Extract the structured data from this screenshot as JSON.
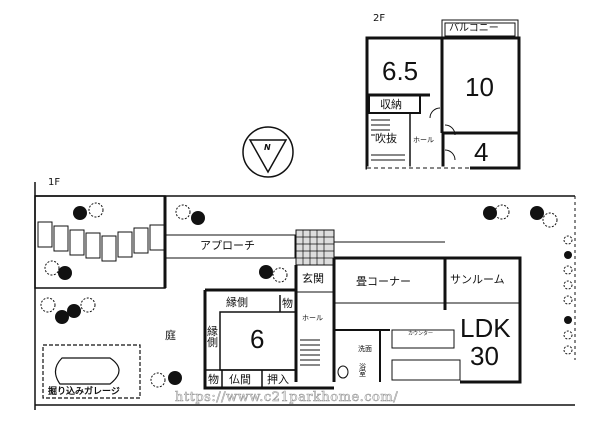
{
  "floor2": {
    "label": "2F",
    "balcony": "バルコニー",
    "room_a": "6.5",
    "room_b": "10",
    "room_c": "4",
    "storage": "収納",
    "void": "吹抜",
    "hall": "ホール"
  },
  "compass": {
    "north": "N"
  },
  "floor1": {
    "label": "1F",
    "approach": "アプローチ",
    "entrance": "玄関",
    "tatami_corner": "畳コーナー",
    "sunroom": "サンルーム",
    "ldk": "LDK",
    "ldk_size": "30",
    "counter": "カウンター",
    "hall": "ホール",
    "washroom": "洗面",
    "bath": "浴室",
    "veranda_top": "縁側",
    "veranda_side": "縁側",
    "storage_top": "物",
    "storage_bottom": "物",
    "japanese_room": "6",
    "butsuma": "仏間",
    "oshiire": "押入",
    "garden": "庭",
    "garage": "掘り込みガレージ"
  },
  "watermark": "https://www.c21parkhome.com/"
}
